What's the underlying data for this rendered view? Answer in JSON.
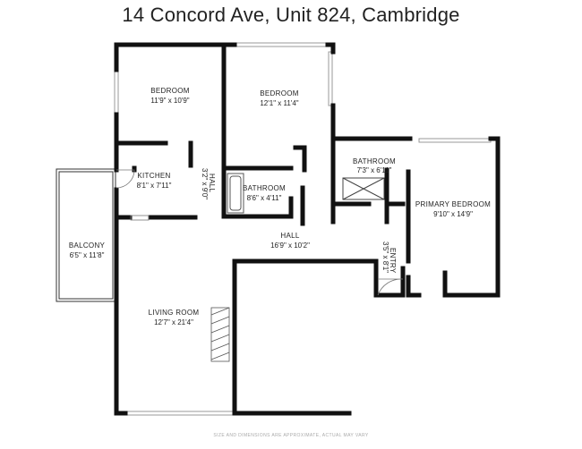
{
  "title": "14 Concord Ave, Unit 824, Cambridge",
  "disclaimer": "SIZE AND DIMENSIONS ARE APPROXIMATE, ACTUAL MAY VARY",
  "rooms": {
    "bedroom1": {
      "name": "BEDROOM",
      "dims": "11'9\" x 10'9\""
    },
    "bedroom2": {
      "name": "BEDROOM",
      "dims": "12'1\" x 11'4\""
    },
    "kitchen": {
      "name": "KITCHEN",
      "dims": "8'1\" x 7'11\""
    },
    "hall_small": {
      "name": "HALL",
      "dims": "3'2\" x 9'0\""
    },
    "bathroom1": {
      "name": "BATHROOM",
      "dims": "8'6\" x 4'11\""
    },
    "bathroom2": {
      "name": "BATHROOM",
      "dims": "7'3\" x 6'11\""
    },
    "primary_bedroom": {
      "name": "PRIMARY BEDROOM",
      "dims": "9'10\" x 14'9\""
    },
    "balcony": {
      "name": "BALCONY",
      "dims": "6'5\" x 11'8\""
    },
    "hall_main": {
      "name": "HALL",
      "dims": "16'9\" x 10'2\""
    },
    "entry": {
      "name": "ENTRY",
      "dims": "3'5\" x 8'1\""
    },
    "living_room": {
      "name": "LIVING ROOM",
      "dims": "12'7\" x 21'4\""
    }
  }
}
